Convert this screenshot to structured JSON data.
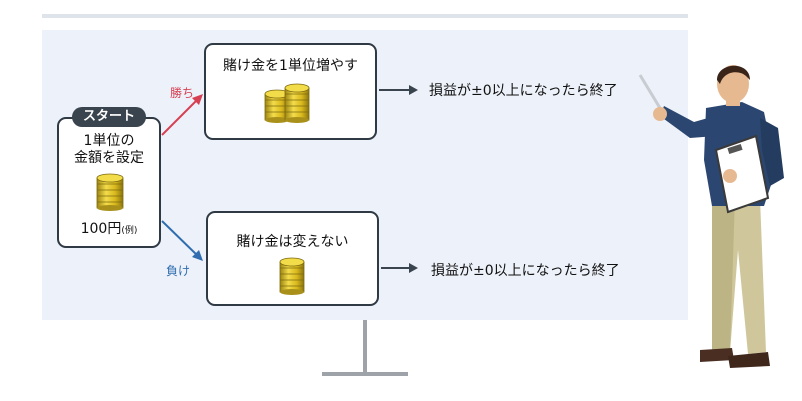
{
  "start": {
    "badge": "スタート",
    "line1": "1単位の",
    "line2": "金額を設定",
    "amount": "100円",
    "amount_note": "(例)"
  },
  "branches": {
    "win_label": "勝ち",
    "lose_label": "負け"
  },
  "win_box": {
    "title": "賭け金を1単位増やす"
  },
  "lose_box": {
    "title": "賭け金は変えない"
  },
  "results": {
    "win": "損益が±0以上になったら終了",
    "lose": "損益が±0以上になったら終了"
  },
  "colors": {
    "win": "#d64052",
    "lose": "#2f6db0",
    "coin": "#d9b81c",
    "board": "#edf1f9"
  }
}
